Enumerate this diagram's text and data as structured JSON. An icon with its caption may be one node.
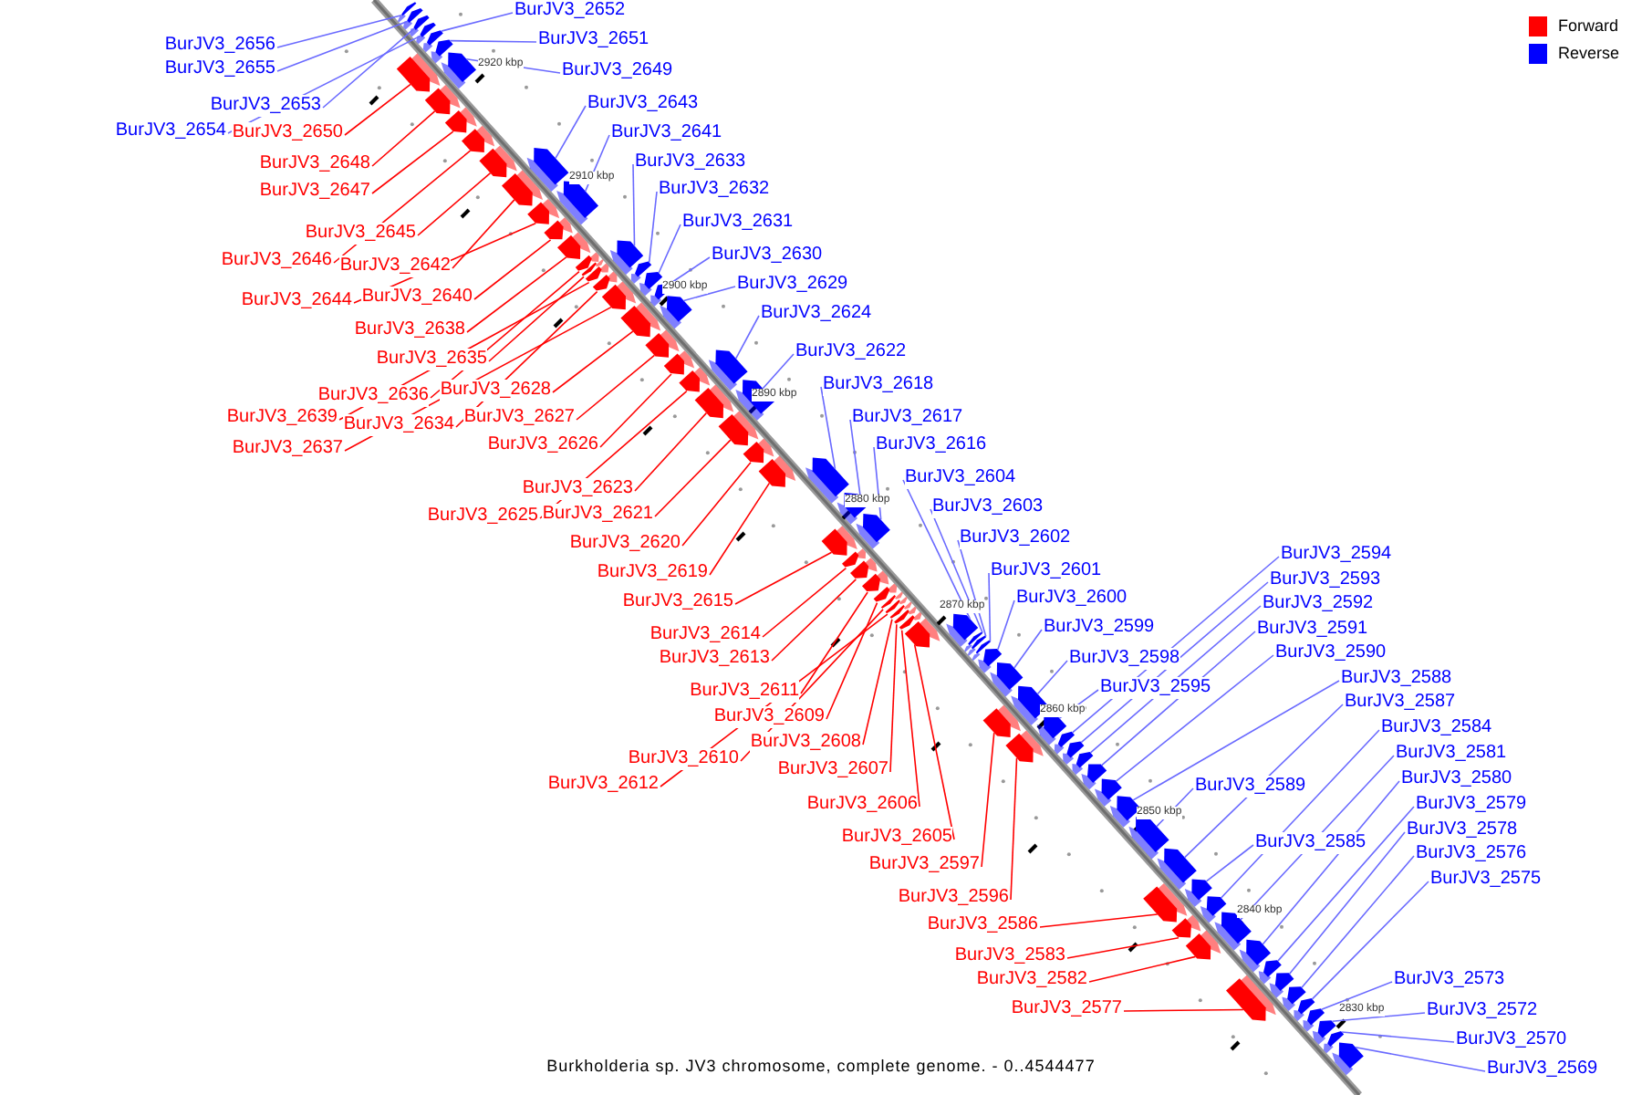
{
  "diagram": {
    "caption": "Burkholderia sp. JV3 chromosome, complete genome. - 0..4544477",
    "nodes": [
      {
        "text": [
          "BurJV3_2652"
        ]
      },
      {
        "text": [
          "BurJV3_2651"
        ]
      },
      {
        "text": [
          "BurJV3_2656"
        ]
      },
      {
        "text": [
          "BurJV3_2655"
        ]
      },
      {
        "text": [
          "BurJV3_2649"
        ]
      },
      {
        "text": [
          "BurJV3_2653"
        ]
      },
      {
        "text": [
          "BurJV3_2643"
        ]
      },
      {
        "text": [
          "BurJV3_2654"
        ]
      },
      {
        "text": [
          "BurJV3_2650"
        ]
      },
      {
        "text": [
          "BurJV3_2641"
        ]
      },
      {
        "text": [
          "BurJV3_2633"
        ]
      },
      {
        "text": [
          "BurJV3_2648"
        ]
      },
      {
        "text": [
          "BurJV3_2632"
        ]
      },
      {
        "text": [
          "BurJV3_2647"
        ]
      },
      {
        "text": [
          "BurJV3_2631"
        ]
      },
      {
        "text": [
          "BurJV3_2645"
        ]
      },
      {
        "text": [
          "BurJV3_2630"
        ]
      },
      {
        "text": [
          "BurJV3_2646"
        ]
      },
      {
        "text": [
          "BurJV3_2642"
        ]
      },
      {
        "text": [
          "BurJV3_2629"
        ]
      },
      {
        "text": [
          "BurJV3_2644"
        ]
      },
      {
        "text": [
          "BurJV3_2640"
        ]
      },
      {
        "text": [
          "BurJV3_2624"
        ]
      },
      {
        "text": [
          "BurJV3_2638"
        ]
      },
      {
        "text": [
          "BurJV3_2622"
        ]
      },
      {
        "text": [
          "BurJV3_2635"
        ]
      },
      {
        "text": [
          "BurJV3_2618"
        ]
      },
      {
        "text": [
          "BurJV3_2628"
        ]
      },
      {
        "text": [
          "BurJV3_2636"
        ]
      },
      {
        "text": [
          "BurJV3_2627"
        ]
      },
      {
        "text": [
          "BurJV3_2639"
        ]
      },
      {
        "text": [
          "BurJV3_2617"
        ]
      },
      {
        "text": [
          "BurJV3_2634"
        ]
      },
      {
        "text": [
          "BurJV3_2626"
        ]
      },
      {
        "text": [
          "BurJV3_2637"
        ]
      },
      {
        "text": [
          "BurJV3_2616"
        ]
      },
      {
        "text": [
          "BurJV3_2604"
        ]
      },
      {
        "text": [
          "BurJV3_2623"
        ]
      },
      {
        "text": [
          "BurJV3_2603"
        ]
      },
      {
        "text": [
          "BurJV3_2621"
        ]
      },
      {
        "text": [
          "BurJV3_2625"
        ]
      },
      {
        "text": [
          "BurJV3_2602"
        ]
      },
      {
        "text": [
          "BurJV3_2620"
        ]
      },
      {
        "text": [
          "BurJV3_2594"
        ]
      },
      {
        "text": [
          "BurJV3_2619"
        ]
      },
      {
        "text": [
          "BurJV3_2601"
        ]
      },
      {
        "text": [
          "BurJV3_2593"
        ]
      },
      {
        "text": [
          "BurJV3_2615"
        ]
      },
      {
        "text": [
          "BurJV3_2600"
        ]
      },
      {
        "text": [
          "BurJV3_2592"
        ]
      },
      {
        "text": [
          "BurJV3_2614"
        ]
      },
      {
        "text": [
          "BurJV3_2599"
        ]
      },
      {
        "text": [
          "BurJV3_2591"
        ]
      },
      {
        "text": [
          "BurJV3_2613"
        ]
      },
      {
        "text": [
          "BurJV3_2590"
        ]
      },
      {
        "text": [
          "BurJV3_2598"
        ]
      },
      {
        "text": [
          "BurJV3_2588"
        ]
      },
      {
        "text": [
          "BurJV3_2595"
        ]
      },
      {
        "text": [
          "BurJV3_2611"
        ]
      },
      {
        "text": [
          "BurJV3_2587"
        ]
      },
      {
        "text": [
          "BurJV3_2609"
        ]
      },
      {
        "text": [
          "BurJV3_2584"
        ]
      },
      {
        "text": [
          "BurJV3_2608"
        ]
      },
      {
        "text": [
          "BurJV3_2581"
        ]
      },
      {
        "text": [
          "BurJV3_2610"
        ]
      },
      {
        "text": [
          "BurJV3_2607"
        ]
      },
      {
        "text": [
          "BurJV3_2580"
        ]
      },
      {
        "text": [
          "BurJV3_2612"
        ]
      },
      {
        "text": [
          "BurJV3_2589"
        ]
      },
      {
        "text": [
          "BurJV3_2606"
        ]
      },
      {
        "text": [
          "BurJV3_2579"
        ]
      },
      {
        "text": [
          "BurJV3_2578"
        ]
      },
      {
        "text": [
          "BurJV3_2605"
        ]
      },
      {
        "text": [
          "BurJV3_2585"
        ]
      },
      {
        "text": [
          "BurJV3_2576"
        ]
      },
      {
        "text": [
          "BurJV3_2597"
        ]
      },
      {
        "text": [
          "BurJV3_2575"
        ]
      },
      {
        "text": [
          "BurJV3_2596"
        ]
      },
      {
        "text": [
          "BurJV3_2586"
        ]
      },
      {
        "text": [
          "BurJV3_2583"
        ]
      },
      {
        "text": [
          "BurJV3_2573"
        ]
      },
      {
        "text": [
          "BurJV3_2582"
        ]
      },
      {
        "text": [
          "BurJV3_2577"
        ]
      },
      {
        "text": [
          "BurJV3_2572"
        ]
      },
      {
        "text": [
          "BurJV3_2570"
        ]
      },
      {
        "text": [
          "BurJV3_2569"
        ]
      },
      {
        "text": [],
        "shape": "arrow"
      },
      {
        "text": [],
        "shape": "arrow"
      },
      {
        "text": [],
        "shape": "arrow"
      },
      {
        "text": [],
        "shape": "arrow"
      },
      {
        "text": [],
        "shape": "arrow"
      },
      {
        "text": [],
        "shape": "arrow"
      },
      {
        "text": [],
        "shape": "arrow"
      },
      {
        "text": [],
        "shape": "arrow"
      },
      {
        "text": [],
        "shape": "arrow"
      },
      {
        "text": [],
        "shape": "arrow"
      },
      {
        "text": [],
        "shape": "arrow"
      },
      {
        "text": [],
        "shape": "arrow"
      },
      {
        "text": [],
        "shape": "arrow"
      },
      {
        "text": [],
        "shape": "arrow"
      },
      {
        "text": [],
        "shape": "arrow"
      },
      {
        "text": [],
        "shape": "arrow"
      },
      {
        "text": [],
        "shape": "arrow"
      },
      {
        "text": [],
        "shape": "arrow"
      },
      {
        "text": [],
        "shape": "arrow"
      },
      {
        "text": [],
        "shape": "arrow"
      },
      {
        "text": [],
        "shape": "arrow"
      },
      {
        "text": [],
        "shape": "arrow"
      },
      {
        "text": [],
        "shape": "arrow"
      },
      {
        "text": [],
        "shape": "arrow"
      },
      {
        "text": [],
        "shape": "arrow"
      },
      {
        "text": [],
        "shape": "arrow"
      },
      {
        "text": [],
        "shape": "arrow"
      },
      {
        "text": [],
        "shape": "arrow"
      },
      {
        "text": [],
        "shape": "arrow"
      },
      {
        "text": [],
        "shape": "arrow"
      },
      {
        "text": [],
        "shape": "arrow"
      },
      {
        "text": [],
        "shape": "arrow"
      },
      {
        "text": [],
        "shape": "arrow"
      },
      {
        "text": [],
        "shape": "arrow"
      },
      {
        "text": [],
        "shape": "arrow"
      },
      {
        "text": [],
        "shape": "arrow"
      },
      {
        "text": [],
        "shape": "arrow"
      },
      {
        "text": [],
        "shape": "arrow"
      },
      {
        "text": [],
        "shape": "arrow"
      },
      {
        "text": [],
        "shape": "arrow"
      },
      {
        "text": [],
        "shape": "arrow"
      },
      {
        "text": [],
        "shape": "arrow"
      },
      {
        "text": [],
        "shape": "arrow"
      },
      {
        "text": [],
        "shape": "arrow"
      },
      {
        "text": [],
        "shape": "arrow"
      },
      {
        "text": [],
        "shape": "arrow"
      },
      {
        "text": [],
        "shape": "arrow"
      },
      {
        "text": [],
        "shape": "arrow"
      },
      {
        "text": [],
        "shape": "arrow"
      },
      {
        "text": [],
        "shape": "arrow"
      },
      {
        "text": [],
        "shape": "arrow"
      },
      {
        "text": [],
        "shape": "arrow"
      },
      {
        "text": [],
        "shape": "arrow"
      },
      {
        "text": [],
        "shape": "arrow"
      },
      {
        "text": [],
        "shape": "arrow"
      },
      {
        "text": [],
        "shape": "arrow"
      },
      {
        "text": [],
        "shape": "arrow"
      },
      {
        "text": [],
        "shape": "arrow"
      },
      {
        "text": [],
        "shape": "arrow"
      },
      {
        "text": [],
        "shape": "arrow"
      },
      {
        "text": [],
        "shape": "arrow"
      },
      {
        "text": [],
        "shape": "arrow"
      },
      {
        "text": [],
        "shape": "arrow"
      },
      {
        "text": [],
        "shape": "arrow"
      },
      {
        "text": [],
        "shape": "arrow"
      },
      {
        "text": [],
        "shape": "arrow"
      },
      {
        "text": [],
        "shape": "arrow"
      },
      {
        "text": [],
        "shape": "arrow"
      },
      {
        "text": [],
        "shape": "arrow"
      },
      {
        "text": [],
        "shape": "arrow"
      },
      {
        "text": [],
        "shape": "arrow"
      },
      {
        "text": [],
        "shape": "arrow"
      },
      {
        "text": [],
        "shape": "arrow"
      },
      {
        "text": [],
        "shape": "arrow"
      },
      {
        "text": [],
        "shape": "arrow"
      },
      {
        "text": [],
        "shape": "arrow"
      },
      {
        "text": [],
        "shape": "arrow"
      },
      {
        "text": [],
        "shape": "arrow"
      },
      {
        "text": [],
        "shape": "arrow"
      },
      {
        "text": [],
        "shape": "arrow"
      },
      {
        "text": [],
        "shape": "arrow"
      },
      {
        "text": [],
        "shape": "arrow"
      },
      {
        "text": [],
        "shape": "arrow"
      },
      {
        "text": [],
        "shape": "arrow"
      },
      {
        "text": [],
        "shape": "arrow"
      },
      {
        "text": [],
        "shape": "arrow"
      }
    ],
    "edges": [
      {
        "from": 0,
        "to": 86,
        "arrow": "none"
      },
      {
        "from": 1,
        "to": 87,
        "arrow": "none"
      },
      {
        "from": 2,
        "to": 88,
        "arrow": "none"
      },
      {
        "from": 3,
        "to": 89,
        "arrow": "none"
      },
      {
        "from": 4,
        "to": 90,
        "arrow": "none"
      },
      {
        "from": 5,
        "to": 91,
        "arrow": "none"
      },
      {
        "from": 6,
        "to": 92,
        "arrow": "none"
      },
      {
        "from": 7,
        "to": 93,
        "arrow": "none"
      },
      {
        "from": 8,
        "to": 94,
        "arrow": "none",
        "color": "#ff0000"
      },
      {
        "from": 9,
        "to": 95,
        "arrow": "none"
      },
      {
        "from": 10,
        "to": 96,
        "arrow": "none"
      },
      {
        "from": 11,
        "to": 97,
        "arrow": "none",
        "color": "#ff0000"
      },
      {
        "from": 12,
        "to": 98,
        "arrow": "none"
      },
      {
        "from": 13,
        "to": 99,
        "arrow": "none",
        "color": "#ff0000"
      },
      {
        "from": 14,
        "to": 100,
        "arrow": "none"
      },
      {
        "from": 15,
        "to": 101,
        "arrow": "none",
        "color": "#ff0000"
      },
      {
        "from": 16,
        "to": 102,
        "arrow": "none"
      },
      {
        "from": 17,
        "to": 103,
        "arrow": "none",
        "color": "#ff0000"
      },
      {
        "from": 18,
        "to": 104,
        "arrow": "none",
        "color": "#ff0000"
      },
      {
        "from": 19,
        "to": 105,
        "arrow": "none"
      },
      {
        "from": 20,
        "to": 106,
        "arrow": "none",
        "color": "#ff0000"
      },
      {
        "from": 21,
        "to": 107,
        "arrow": "none",
        "color": "#ff0000"
      },
      {
        "from": 22,
        "to": 108,
        "arrow": "none"
      },
      {
        "from": 23,
        "to": 109,
        "arrow": "none",
        "color": "#ff0000"
      },
      {
        "from": 24,
        "to": 110,
        "arrow": "none"
      },
      {
        "from": 25,
        "to": 111,
        "arrow": "none",
        "color": "#ff0000"
      },
      {
        "from": 26,
        "to": 112,
        "arrow": "none"
      },
      {
        "from": 27,
        "to": 113,
        "arrow": "none",
        "color": "#ff0000"
      },
      {
        "from": 28,
        "to": 114,
        "arrow": "none",
        "color": "#ff0000"
      },
      {
        "from": 29,
        "to": 115,
        "arrow": "none",
        "color": "#ff0000"
      },
      {
        "from": 30,
        "to": 116,
        "arrow": "none",
        "color": "#ff0000"
      },
      {
        "from": 31,
        "to": 117,
        "arrow": "none"
      },
      {
        "from": 32,
        "to": 118,
        "arrow": "none",
        "color": "#ff0000"
      },
      {
        "from": 33,
        "to": 119,
        "arrow": "none",
        "color": "#ff0000"
      },
      {
        "from": 34,
        "to": 120,
        "arrow": "none",
        "color": "#ff0000"
      },
      {
        "from": 35,
        "to": 121,
        "arrow": "none"
      },
      {
        "from": 36,
        "to": 122,
        "arrow": "none"
      },
      {
        "from": 37,
        "to": 123,
        "arrow": "none",
        "color": "#ff0000"
      },
      {
        "from": 38,
        "to": 124,
        "arrow": "none"
      },
      {
        "from": 39,
        "to": 125,
        "arrow": "none",
        "color": "#ff0000"
      },
      {
        "from": 40,
        "to": 126,
        "arrow": "none",
        "color": "#ff0000"
      },
      {
        "from": 41,
        "to": 127,
        "arrow": "none"
      },
      {
        "from": 42,
        "to": 128,
        "arrow": "none",
        "color": "#ff0000"
      },
      {
        "from": 43,
        "to": 129,
        "arrow": "none"
      },
      {
        "from": 44,
        "to": 130,
        "arrow": "none",
        "color": "#ff0000"
      },
      {
        "from": 45,
        "to": 131,
        "arrow": "none"
      },
      {
        "from": 46,
        "to": 132,
        "arrow": "none"
      },
      {
        "from": 47,
        "to": 133,
        "arrow": "none",
        "color": "#ff0000"
      },
      {
        "from": 48,
        "to": 134,
        "arrow": "none"
      },
      {
        "from": 49,
        "to": 135,
        "arrow": "none"
      },
      {
        "from": 50,
        "to": 136,
        "arrow": "none",
        "color": "#ff0000"
      },
      {
        "from": 51,
        "to": 137,
        "arrow": "none"
      },
      {
        "from": 52,
        "to": 138,
        "arrow": "none"
      },
      {
        "from": 53,
        "to": 139,
        "arrow": "none",
        "color": "#ff0000"
      },
      {
        "from": 54,
        "to": 140,
        "arrow": "none"
      },
      {
        "from": 55,
        "to": 141,
        "arrow": "none"
      },
      {
        "from": 56,
        "to": 142,
        "arrow": "none"
      },
      {
        "from": 57,
        "to": 143,
        "arrow": "none"
      },
      {
        "from": 58,
        "to": 144,
        "arrow": "none",
        "color": "#ff0000"
      },
      {
        "from": 59,
        "to": 145,
        "arrow": "none"
      },
      {
        "from": 60,
        "to": 146,
        "arrow": "none",
        "color": "#ff0000"
      },
      {
        "from": 61,
        "to": 147,
        "arrow": "none"
      },
      {
        "from": 62,
        "to": 148,
        "arrow": "none",
        "color": "#ff0000"
      },
      {
        "from": 63,
        "to": 149,
        "arrow": "none"
      },
      {
        "from": 64,
        "to": 150,
        "arrow": "none",
        "color": "#ff0000"
      },
      {
        "from": 65,
        "to": 151,
        "arrow": "none",
        "color": "#ff0000"
      },
      {
        "from": 66,
        "to": 152,
        "arrow": "none"
      },
      {
        "from": 67,
        "to": 153,
        "arrow": "none",
        "color": "#ff0000"
      },
      {
        "from": 68,
        "to": 154,
        "arrow": "none"
      },
      {
        "from": 69,
        "to": 155,
        "arrow": "none",
        "color": "#ff0000"
      },
      {
        "from": 70,
        "to": 156,
        "arrow": "none"
      },
      {
        "from": 71,
        "to": 157,
        "arrow": "none"
      },
      {
        "from": 72,
        "to": 158,
        "arrow": "none",
        "color": "#ff0000"
      },
      {
        "from": 73,
        "to": 159,
        "arrow": "none"
      },
      {
        "from": 74,
        "to": 160,
        "arrow": "none"
      },
      {
        "from": 75,
        "to": 161,
        "arrow": "none",
        "color": "#ff0000"
      },
      {
        "from": 76,
        "to": 162,
        "arrow": "none"
      },
      {
        "from": 77,
        "to": 163,
        "arrow": "none",
        "color": "#ff0000"
      },
      {
        "from": 78,
        "to": 164,
        "arrow": "none",
        "color": "#ff0000"
      },
      {
        "from": 79,
        "to": 165,
        "arrow": "none",
        "color": "#ff0000"
      },
      {
        "from": 80,
        "to": 166,
        "arrow": "none"
      },
      {
        "from": 81,
        "to": 167,
        "arrow": "none",
        "color": "#ff0000"
      },
      {
        "from": 82,
        "to": 168,
        "arrow": "none",
        "color": "#ff0000"
      },
      {
        "from": 83,
        "to": 169,
        "arrow": "none"
      },
      {
        "from": 84,
        "to": 170,
        "arrow": "none"
      },
      {
        "from": 85,
        "to": 171,
        "arrow": "none"
      }
    ],
    "labels": [
      "2920 kbp",
      "2910 kbp",
      "2900 kbp",
      "2890 kbp",
      "2880 kbp",
      "2870 kbp",
      "2860 kbp",
      "2850 kbp",
      "2840 kbp",
      "2830 kbp"
    ],
    "legend": [
      {
        "text": "Forward",
        "color": "#ff0000"
      },
      {
        "text": "Reverse",
        "color": "#0000ff"
      }
    ]
  }
}
